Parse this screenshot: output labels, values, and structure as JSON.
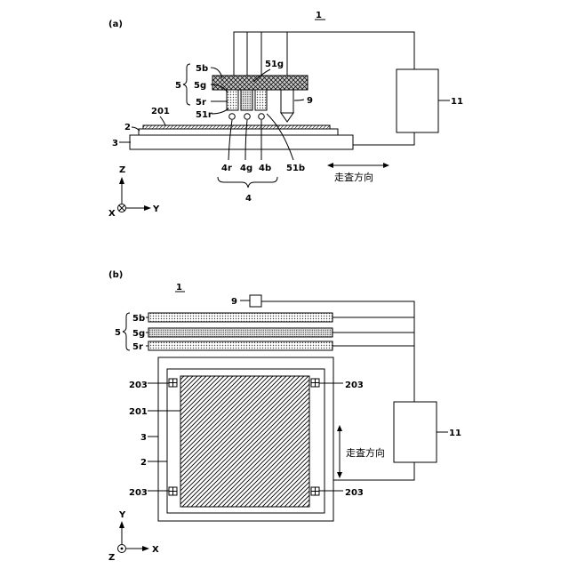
{
  "figure": {
    "panel_a": {
      "label": "(a)",
      "device_ref": "1",
      "head_group": "5",
      "head_b": "5b",
      "head_g": "5g",
      "head_r": "5r",
      "nozzle_g": "51g",
      "nozzle_r": "51r",
      "nozzle_b": "51b",
      "sensor": "9",
      "controller": "11",
      "film": "201",
      "substrate": "2",
      "stage": "3",
      "droplet_r": "4r",
      "droplet_g": "4g",
      "droplet_b": "4b",
      "droplets": "4",
      "scan_direction": "走査方向",
      "axis_z": "Z",
      "axis_x": "X",
      "axis_y": "Y"
    },
    "panel_b": {
      "label": "(b)",
      "device_ref": "1",
      "sensor": "9",
      "head_group": "5",
      "head_b": "5b",
      "head_g": "5g",
      "head_r": "5r",
      "marker_tl": "203",
      "marker_tr": "203",
      "marker_bl": "203",
      "marker_br": "203",
      "film": "201",
      "stage": "3",
      "substrate": "2",
      "controller": "11",
      "scan_direction": "走査方向",
      "axis_y": "Y",
      "axis_z": "Z",
      "axis_x": "X"
    }
  }
}
